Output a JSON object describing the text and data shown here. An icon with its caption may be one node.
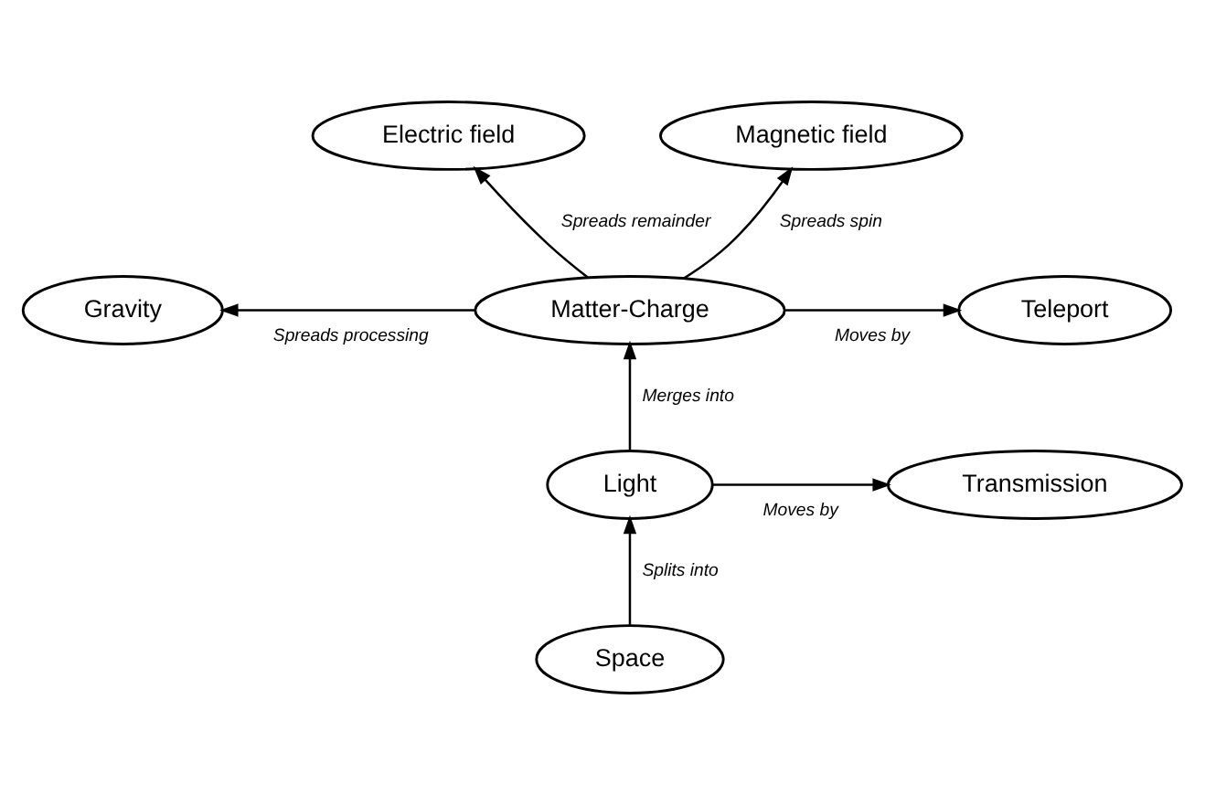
{
  "diagram": {
    "nodes": [
      {
        "text": [
          "Electric field"
        ]
      },
      {
        "text": [
          "Magnetic field"
        ]
      },
      {
        "text": [
          "Gravity"
        ]
      },
      {
        "text": [
          "Matter-Charge"
        ]
      },
      {
        "text": [
          "Teleport"
        ]
      },
      {
        "text": [
          "Light"
        ]
      },
      {
        "text": [
          "Transmission"
        ]
      },
      {
        "text": [
          "Space"
        ]
      }
    ],
    "edges": [
      {
        "from": 3,
        "to": 0,
        "arrow": "to",
        "label": "Spreads remainder"
      },
      {
        "from": 3,
        "to": 1,
        "arrow": "to",
        "label": "Spreads spin"
      },
      {
        "from": 3,
        "to": 2,
        "arrow": "to",
        "label": "Spreads processing"
      },
      {
        "from": 3,
        "to": 4,
        "arrow": "to",
        "label": "Moves by"
      },
      {
        "from": 5,
        "to": 3,
        "arrow": "to",
        "label": "Merges into"
      },
      {
        "from": 5,
        "to": 6,
        "arrow": "to",
        "label": "Moves by"
      },
      {
        "from": 7,
        "to": 5,
        "arrow": "to",
        "label": "Splits into"
      }
    ]
  }
}
